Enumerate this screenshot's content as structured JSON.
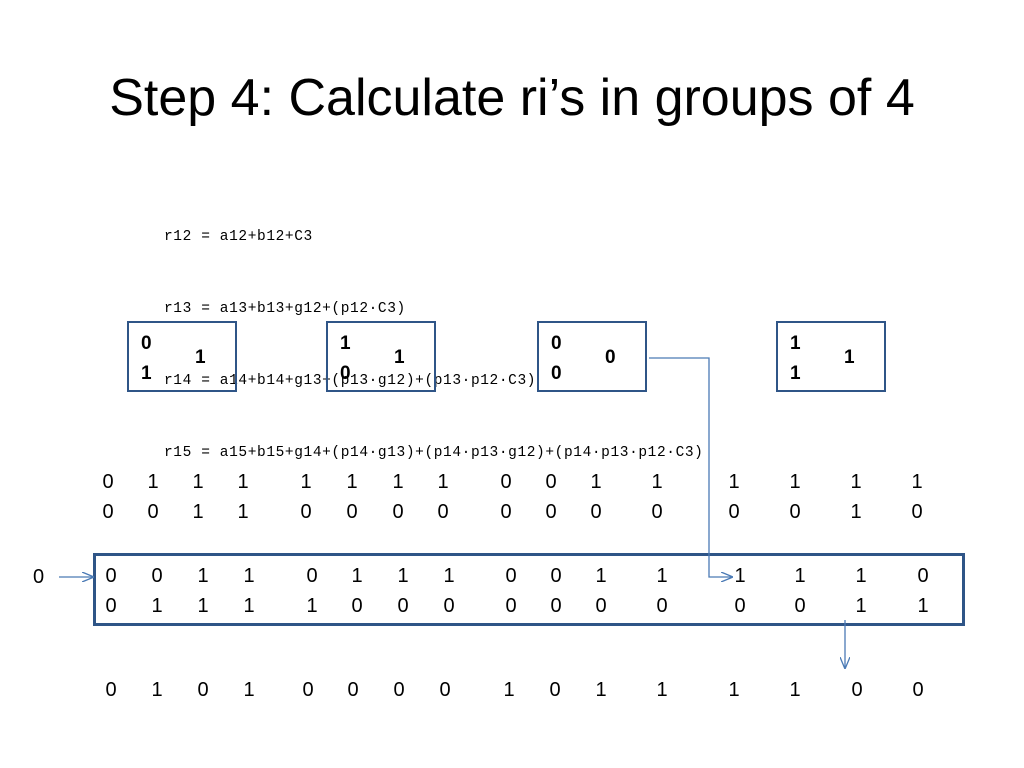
{
  "slide": {
    "title": "Step 4: Calculate ri’s in groups of 4"
  },
  "formulas": [
    "r12 = a12+b12+C3",
    "r13 = a13+b13+g12+(p12·C3)",
    "r14 = a14+b14+g13+(p13·g12)+(p13·p12·C3)",
    "r15 = a15+b15+g14+(p14·g13)+(p14·p13·g12)+(p14·p13·p12·C3)"
  ],
  "group_boxes": [
    {
      "top": "0",
      "bottom": "1",
      "right": "1"
    },
    {
      "top": "1",
      "bottom": "0",
      "right": "1"
    },
    {
      "top": "0",
      "bottom": "0",
      "right": "0"
    },
    {
      "top": "1",
      "bottom": "1",
      "right": "1"
    }
  ],
  "rows": {
    "operand_a": [
      "0",
      "1",
      "1",
      "1",
      "1",
      "1",
      "1",
      "1",
      "0",
      "0",
      "1",
      "1",
      "1",
      "1",
      "1",
      "1"
    ],
    "operand_b": [
      "0",
      "0",
      "1",
      "1",
      "0",
      "0",
      "0",
      "0",
      "0",
      "0",
      "0",
      "0",
      "0",
      "0",
      "1",
      "0"
    ],
    "carry_row_top": [
      "0",
      "0",
      "1",
      "1",
      "0",
      "1",
      "1",
      "1",
      "0",
      "0",
      "1",
      "1",
      "1",
      "1",
      "1",
      "0"
    ],
    "carry_row_bottom": [
      "0",
      "1",
      "1",
      "1",
      "1",
      "0",
      "0",
      "0",
      "0",
      "0",
      "0",
      "0",
      "0",
      "0",
      "1",
      "1"
    ],
    "result": [
      "0",
      "1",
      "0",
      "1",
      "0",
      "0",
      "0",
      "0",
      "1",
      "0",
      "1",
      "1",
      "1",
      "1",
      "0",
      "0"
    ]
  },
  "carry_in": "0",
  "colors": {
    "box_border": "#2f5587",
    "arrow": "#4a7ab5"
  }
}
